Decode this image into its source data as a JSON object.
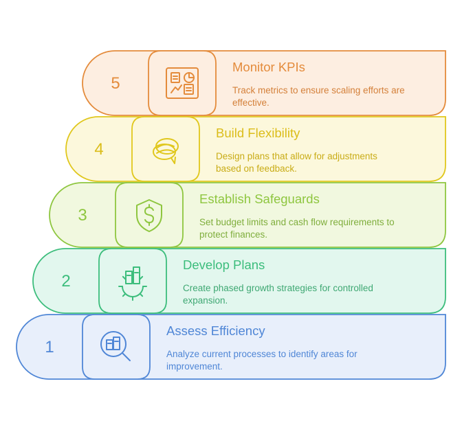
{
  "steps": [
    {
      "number": "1",
      "title": "Assess Efficiency",
      "description_lines": [
        "Analyze current processes to identify areas for",
        "improvement."
      ],
      "icon": "magnifier-data-icon",
      "colors": {
        "fill": "#e8effb",
        "stroke": "#4f86d6",
        "text": "#4f86d6",
        "body": "#4f86d6"
      }
    },
    {
      "number": "2",
      "title": "Develop Plans",
      "description_lines": [
        "Create phased growth strategies for controlled",
        "expansion."
      ],
      "icon": "gear-plan-icon",
      "colors": {
        "fill": "#e2f7ee",
        "stroke": "#3cbd7c",
        "text": "#3cbd7c",
        "body": "#3fa873"
      }
    },
    {
      "number": "3",
      "title": "Establish Safeguards",
      "description_lines": [
        "Set budget limits and cash flow requirements to",
        "protect finances."
      ],
      "icon": "shield-dollar-icon",
      "colors": {
        "fill": "#f1f8df",
        "stroke": "#8ec63f",
        "text": "#8ec63f",
        "body": "#7fae3c"
      }
    },
    {
      "number": "4",
      "title": "Build Flexibility",
      "description_lines": [
        "Design plans that allow for adjustments",
        "based on feedback."
      ],
      "icon": "speech-bubbles-icon",
      "colors": {
        "fill": "#fcf8dc",
        "stroke": "#e0c71c",
        "text": "#dbbd1a",
        "body": "#c9ac16"
      }
    },
    {
      "number": "5",
      "title": "Monitor KPIs",
      "description_lines": [
        "Track metrics to ensure scaling efforts are",
        "effective."
      ],
      "icon": "dashboard-chart-icon",
      "colors": {
        "fill": "#fdeee1",
        "stroke": "#e48b3b",
        "text": "#e48b3b",
        "body": "#d4803a"
      }
    }
  ]
}
